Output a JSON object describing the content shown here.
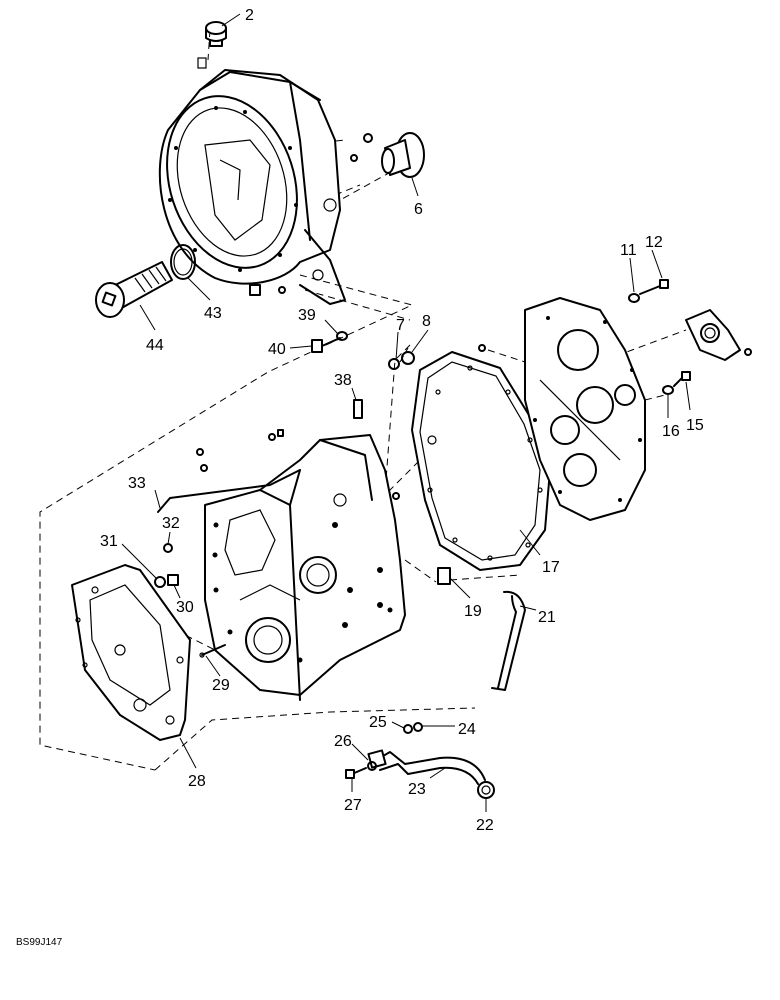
{
  "callouts": [
    {
      "id": "c2",
      "label": "2"
    },
    {
      "id": "c6",
      "label": "6"
    },
    {
      "id": "c7",
      "label": "7"
    },
    {
      "id": "c8",
      "label": "8"
    },
    {
      "id": "c11",
      "label": "11"
    },
    {
      "id": "c12",
      "label": "12"
    },
    {
      "id": "c15",
      "label": "15"
    },
    {
      "id": "c16",
      "label": "16"
    },
    {
      "id": "c17",
      "label": "17"
    },
    {
      "id": "c19",
      "label": "19"
    },
    {
      "id": "c21",
      "label": "21"
    },
    {
      "id": "c22",
      "label": "22"
    },
    {
      "id": "c23",
      "label": "23"
    },
    {
      "id": "c24",
      "label": "24"
    },
    {
      "id": "c25",
      "label": "25"
    },
    {
      "id": "c26",
      "label": "26"
    },
    {
      "id": "c27",
      "label": "27"
    },
    {
      "id": "c28",
      "label": "28"
    },
    {
      "id": "c29",
      "label": "29"
    },
    {
      "id": "c30",
      "label": "30"
    },
    {
      "id": "c31",
      "label": "31"
    },
    {
      "id": "c32",
      "label": "32"
    },
    {
      "id": "c33",
      "label": "33"
    },
    {
      "id": "c38",
      "label": "38"
    },
    {
      "id": "c39",
      "label": "39"
    },
    {
      "id": "c40",
      "label": "40"
    },
    {
      "id": "c43",
      "label": "43"
    },
    {
      "id": "c44",
      "label": "44"
    }
  ],
  "document_id": "BS99J147"
}
